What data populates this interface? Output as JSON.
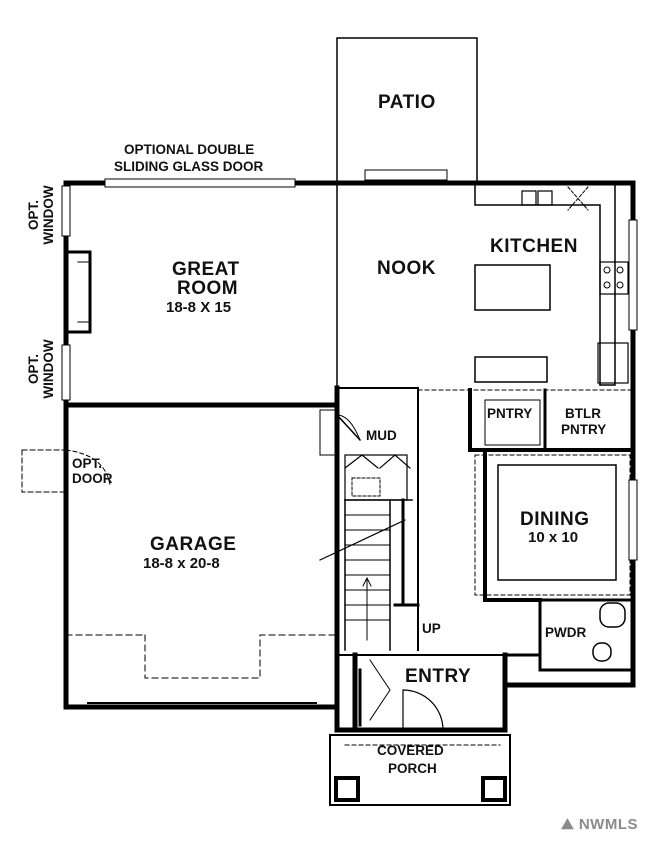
{
  "rooms": {
    "patio": "PATIO",
    "opt_door_note_1": "OPTIONAL DOUBLE",
    "opt_door_note_2": "SLIDING GLASS DOOR",
    "opt_window_top": "OPT.\nWINDOW",
    "opt_window_bottom": "OPT.\nWINDOW",
    "great_room_1": "GREAT",
    "great_room_2": "ROOM",
    "great_room_dim": "18-8 X 15",
    "nook": "NOOK",
    "kitchen": "KITCHEN",
    "mud": "MUD",
    "pantry": "PNTRY",
    "butler_pantry_1": "BTLR",
    "butler_pantry_2": "PNTRY",
    "opt_door_1": "OPT.",
    "opt_door_2": "DOOR",
    "dining": "DINING",
    "dining_dim": "10 x 10",
    "garage": "GARAGE",
    "garage_dim": "18-8 x 20-8",
    "up": "UP",
    "powder": "PWDR",
    "entry": "ENTRY",
    "covered_porch_1": "COVERED",
    "covered_porch_2": "PORCH"
  },
  "watermark": "NWMLS",
  "colors": {
    "wall": "#000000",
    "background": "#ffffff",
    "watermark": "#8a8a8a"
  }
}
